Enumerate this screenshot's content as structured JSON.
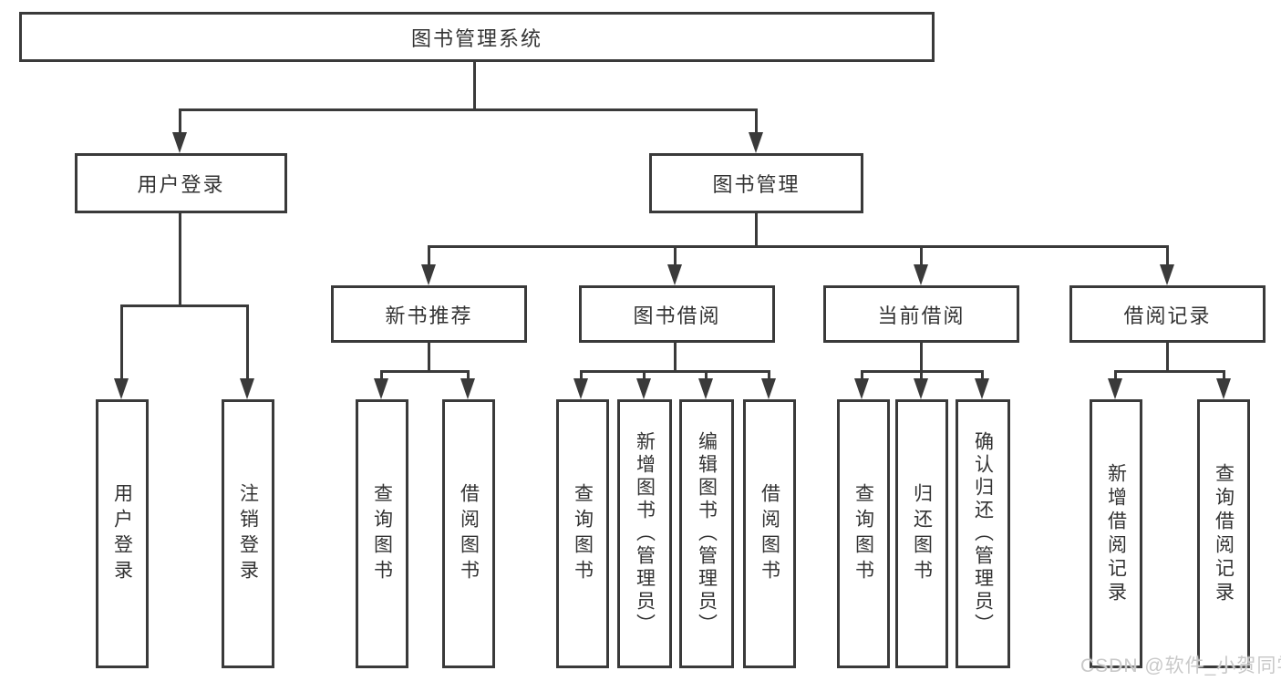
{
  "diagram": {
    "type": "hierarchy-tree",
    "tree": {
      "root": {
        "label": "图书管理系统",
        "children": [
          {
            "label": "用户登录",
            "children": [
              {
                "label": "用户登录"
              },
              {
                "label": "注销登录"
              }
            ]
          },
          {
            "label": "图书管理",
            "children": [
              {
                "label": "新书推荐",
                "children": [
                  {
                    "label": "查询图书"
                  },
                  {
                    "label": "借阅图书"
                  }
                ]
              },
              {
                "label": "图书借阅",
                "children": [
                  {
                    "label": "查询图书"
                  },
                  {
                    "label": "新增图书（管理员）"
                  },
                  {
                    "label": "编辑图书（管理员）"
                  },
                  {
                    "label": "借阅图书"
                  }
                ]
              },
              {
                "label": "当前借阅",
                "children": [
                  {
                    "label": "查询图书"
                  },
                  {
                    "label": "归还图书"
                  },
                  {
                    "label": "确认归还（管理员）"
                  }
                ]
              },
              {
                "label": "借阅记录",
                "children": [
                  {
                    "label": "新增借阅记录"
                  },
                  {
                    "label": "查询借阅记录"
                  }
                ]
              }
            ]
          }
        ]
      }
    },
    "colors": {
      "line": "#3a3a3a",
      "text": "#333333",
      "background": "#ffffff",
      "watermark": "#c9c9c9"
    }
  },
  "watermark": {
    "text": "CSDN @软件_小贺同学"
  }
}
